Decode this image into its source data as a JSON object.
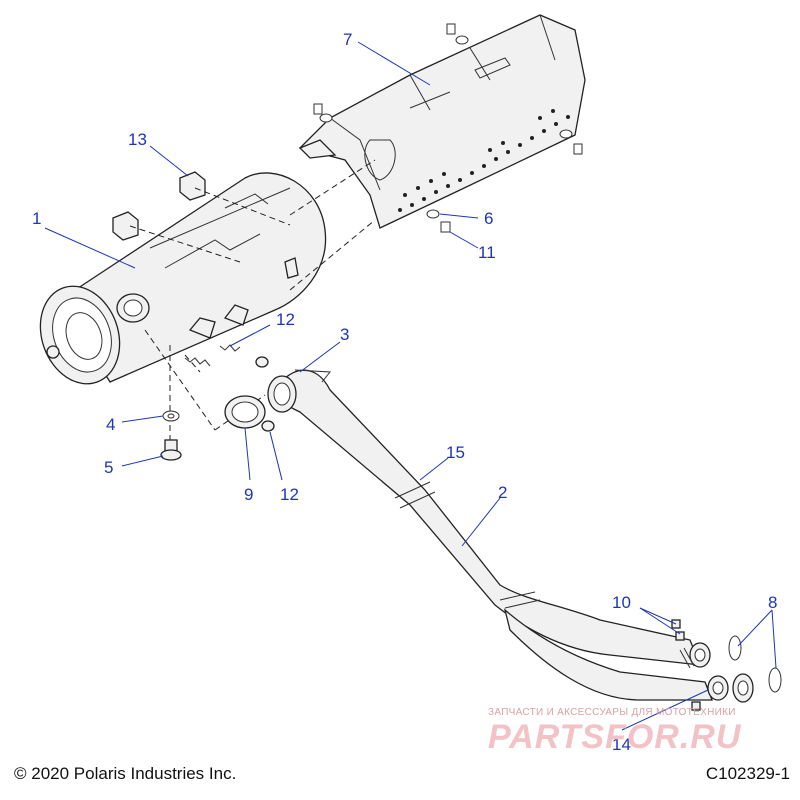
{
  "callouts": {
    "c1": "1",
    "c2": "2",
    "c3": "3",
    "c4": "4",
    "c5": "5",
    "c6": "6",
    "c7": "7",
    "c8": "8",
    "c9": "9",
    "c10": "10",
    "c11": "11",
    "c12a": "12",
    "c12b": "12",
    "c13": "13",
    "c14": "14",
    "c15": "15"
  },
  "footer": {
    "copyright": "© 2020 Polaris Industries Inc.",
    "code": "C102329-1"
  },
  "watermark": {
    "line1": "ЗАПЧАСТИ И АКСЕССУАРЫ ДЛЯ МОТОТЕХНИКИ",
    "line2": "PARTSFOR.RU"
  },
  "colors": {
    "callout": "#1d35b8",
    "watermark": "#f2c2c6"
  }
}
